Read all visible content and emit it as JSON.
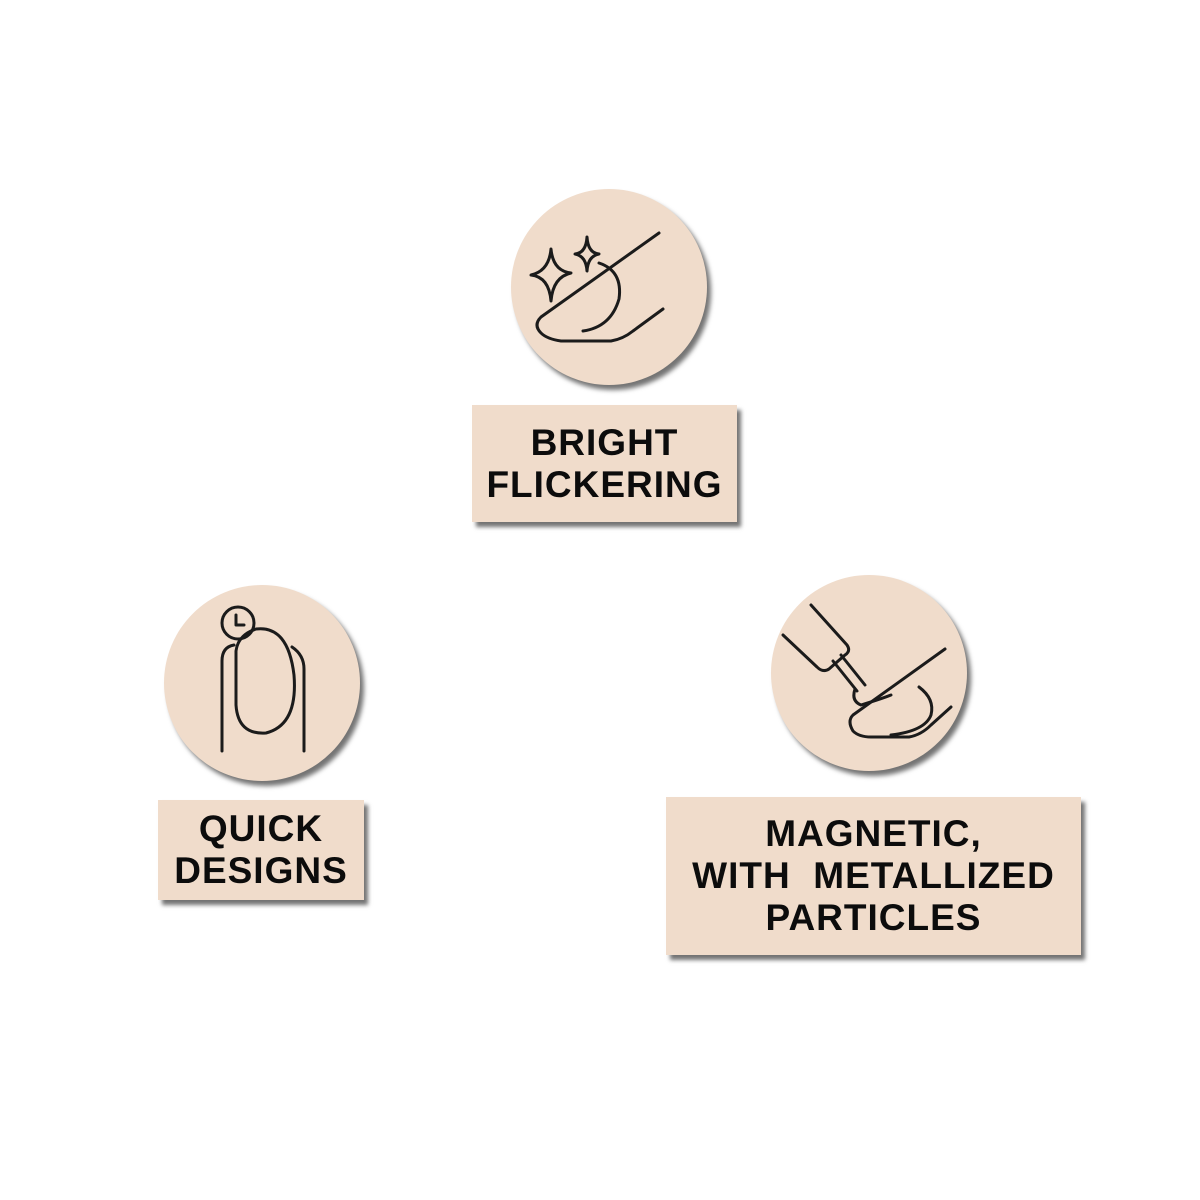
{
  "features": [
    {
      "icon": "sparkling-nail-icon",
      "lines": [
        "BRIGHT",
        "FLICKERING"
      ]
    },
    {
      "icon": "finger-clock-icon",
      "lines": [
        "QUICK",
        "DESIGNS"
      ]
    },
    {
      "icon": "brush-nail-icon",
      "lines": [
        "MAGNETIC,",
        "WITH  METALLIZED",
        "PARTICLES"
      ]
    }
  ],
  "colors": {
    "badge_bg": "#f0dccb",
    "text": "#0c0c0c"
  }
}
